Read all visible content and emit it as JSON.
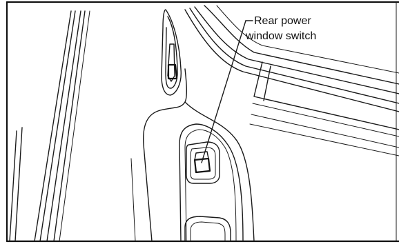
{
  "callout": {
    "label_line1": "Rear power",
    "label_line2": "window switch"
  },
  "parts": [
    {
      "name": "rear-power-window-switch",
      "icon": "window-switch-icon"
    }
  ],
  "colors": {
    "ink": "#1a1a1a",
    "background": "#ffffff"
  }
}
